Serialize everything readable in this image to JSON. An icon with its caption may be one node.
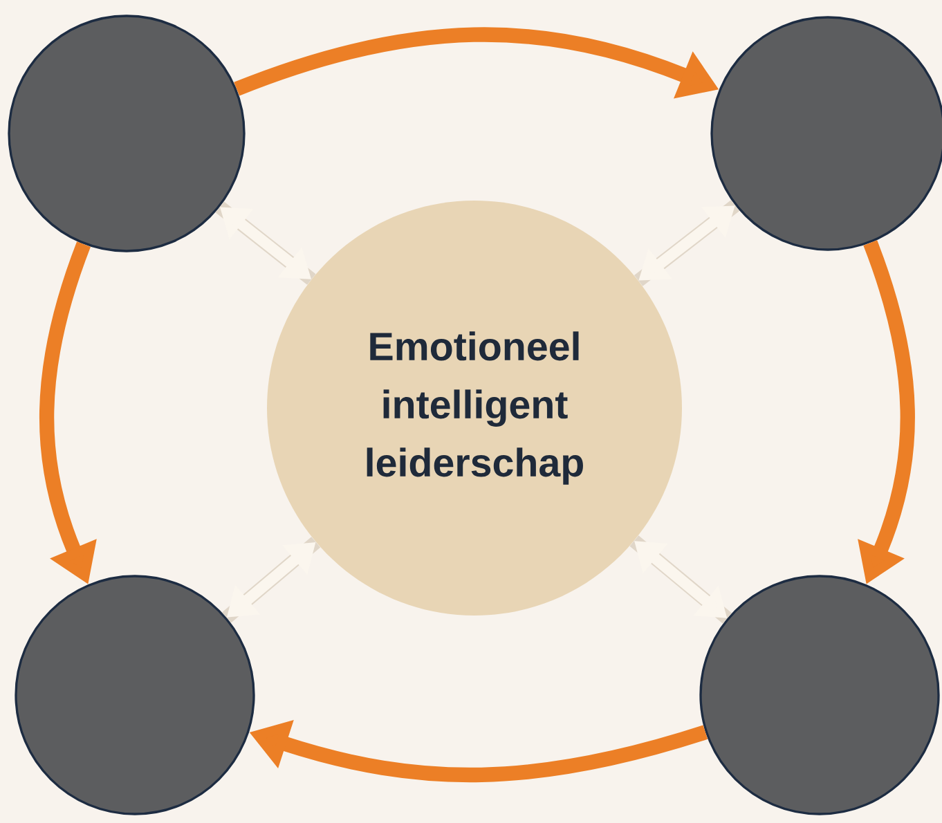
{
  "diagram": {
    "nodes": [
      {
        "text": [],
        "shape": "circle"
      },
      {
        "text": [],
        "shape": "circle"
      },
      {
        "text": [
          "Emotioneel intelligent leiderschap"
        ]
      },
      {
        "text": [],
        "shape": "circle"
      },
      {
        "text": [],
        "shape": "circle"
      }
    ],
    "edges": [
      {
        "from": 0,
        "to": 1,
        "arrow": "to",
        "color": "#ec7f26"
      },
      {
        "from": 1,
        "to": 4,
        "arrow": "to",
        "color": "#ec7f26"
      },
      {
        "from": 4,
        "to": 3,
        "arrow": "to",
        "color": "#ec7f26"
      },
      {
        "from": 0,
        "to": 3,
        "arrow": "to",
        "color": "#ec7f26"
      },
      {
        "from": 2,
        "to": 0,
        "arrow": "both",
        "color": "#fbf6ee"
      },
      {
        "from": 2,
        "to": 1,
        "arrow": "both",
        "color": "#fbf6ee"
      },
      {
        "from": 2,
        "to": 3,
        "arrow": "both",
        "color": "#fbf6ee"
      },
      {
        "from": 2,
        "to": 4,
        "arrow": "both",
        "color": "#fbf6ee"
      }
    ]
  }
}
